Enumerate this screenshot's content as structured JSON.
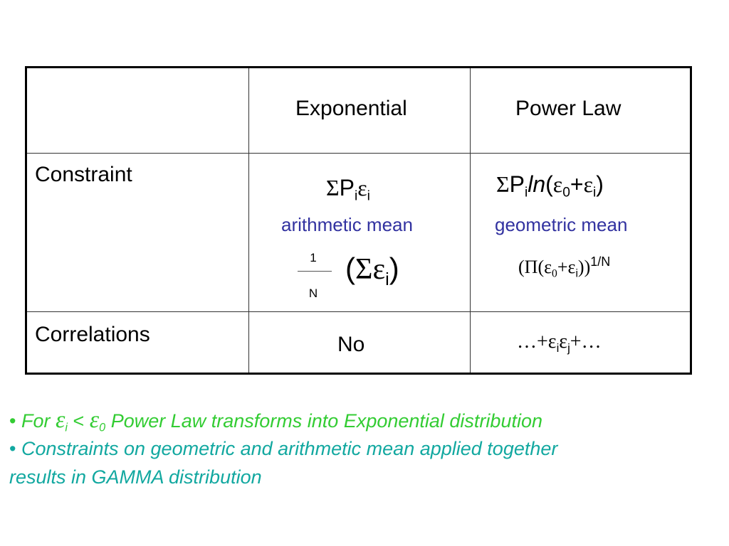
{
  "table": {
    "headers": [
      "",
      "Exponential",
      "Power Law"
    ],
    "rows": [
      {
        "label": "Constraint",
        "exponential": {
          "formula": {
            "sigma": "Σ",
            "p": "P",
            "i": "i",
            "eps": "ε",
            "i2": "i"
          },
          "note": "arithmetic mean",
          "mean": {
            "num": "1",
            "den": "N",
            "open": "(",
            "sigma": "Σ",
            "eps": "ε",
            "i": "i",
            "close": ")"
          }
        },
        "power_law": {
          "formula": {
            "sigma": "Σ",
            "p": "P",
            "i": "i",
            "ln": "ln",
            "open": "(",
            "eps0": "ε",
            "zero": "0",
            "plus": "+",
            "epsi": "ε",
            "i2": "i",
            "close": ")"
          },
          "note": "geometric mean",
          "mean": {
            "open": "(",
            "pi": "Π",
            "open2": "(",
            "eps0": "ε",
            "zero": "0",
            "plus": "+",
            "epsi": "ε",
            "i": "i",
            "close": "))",
            "power": "1/N"
          }
        }
      },
      {
        "label": "Correlations",
        "exponential": {
          "text": "No"
        },
        "power_law": {
          "pre": "…+",
          "eps1": "ε",
          "i": "i",
          "eps2": "ε",
          "j": "j",
          "post": "+…"
        }
      }
    ]
  },
  "bullets": [
    {
      "dot": "•",
      "pre": " For ",
      "eps_i": "ε",
      "i": "i",
      "lt": " < ",
      "eps_0": "ε",
      "zero": "0",
      "post": "  Power Law transforms into Exponential distribution",
      "color": "#33cc33"
    },
    {
      "dot": "•",
      "line1": " Constraints on geometric and arithmetic mean applied together",
      "line2": "results in GAMMA distribution",
      "color": "#12a8a0"
    }
  ]
}
